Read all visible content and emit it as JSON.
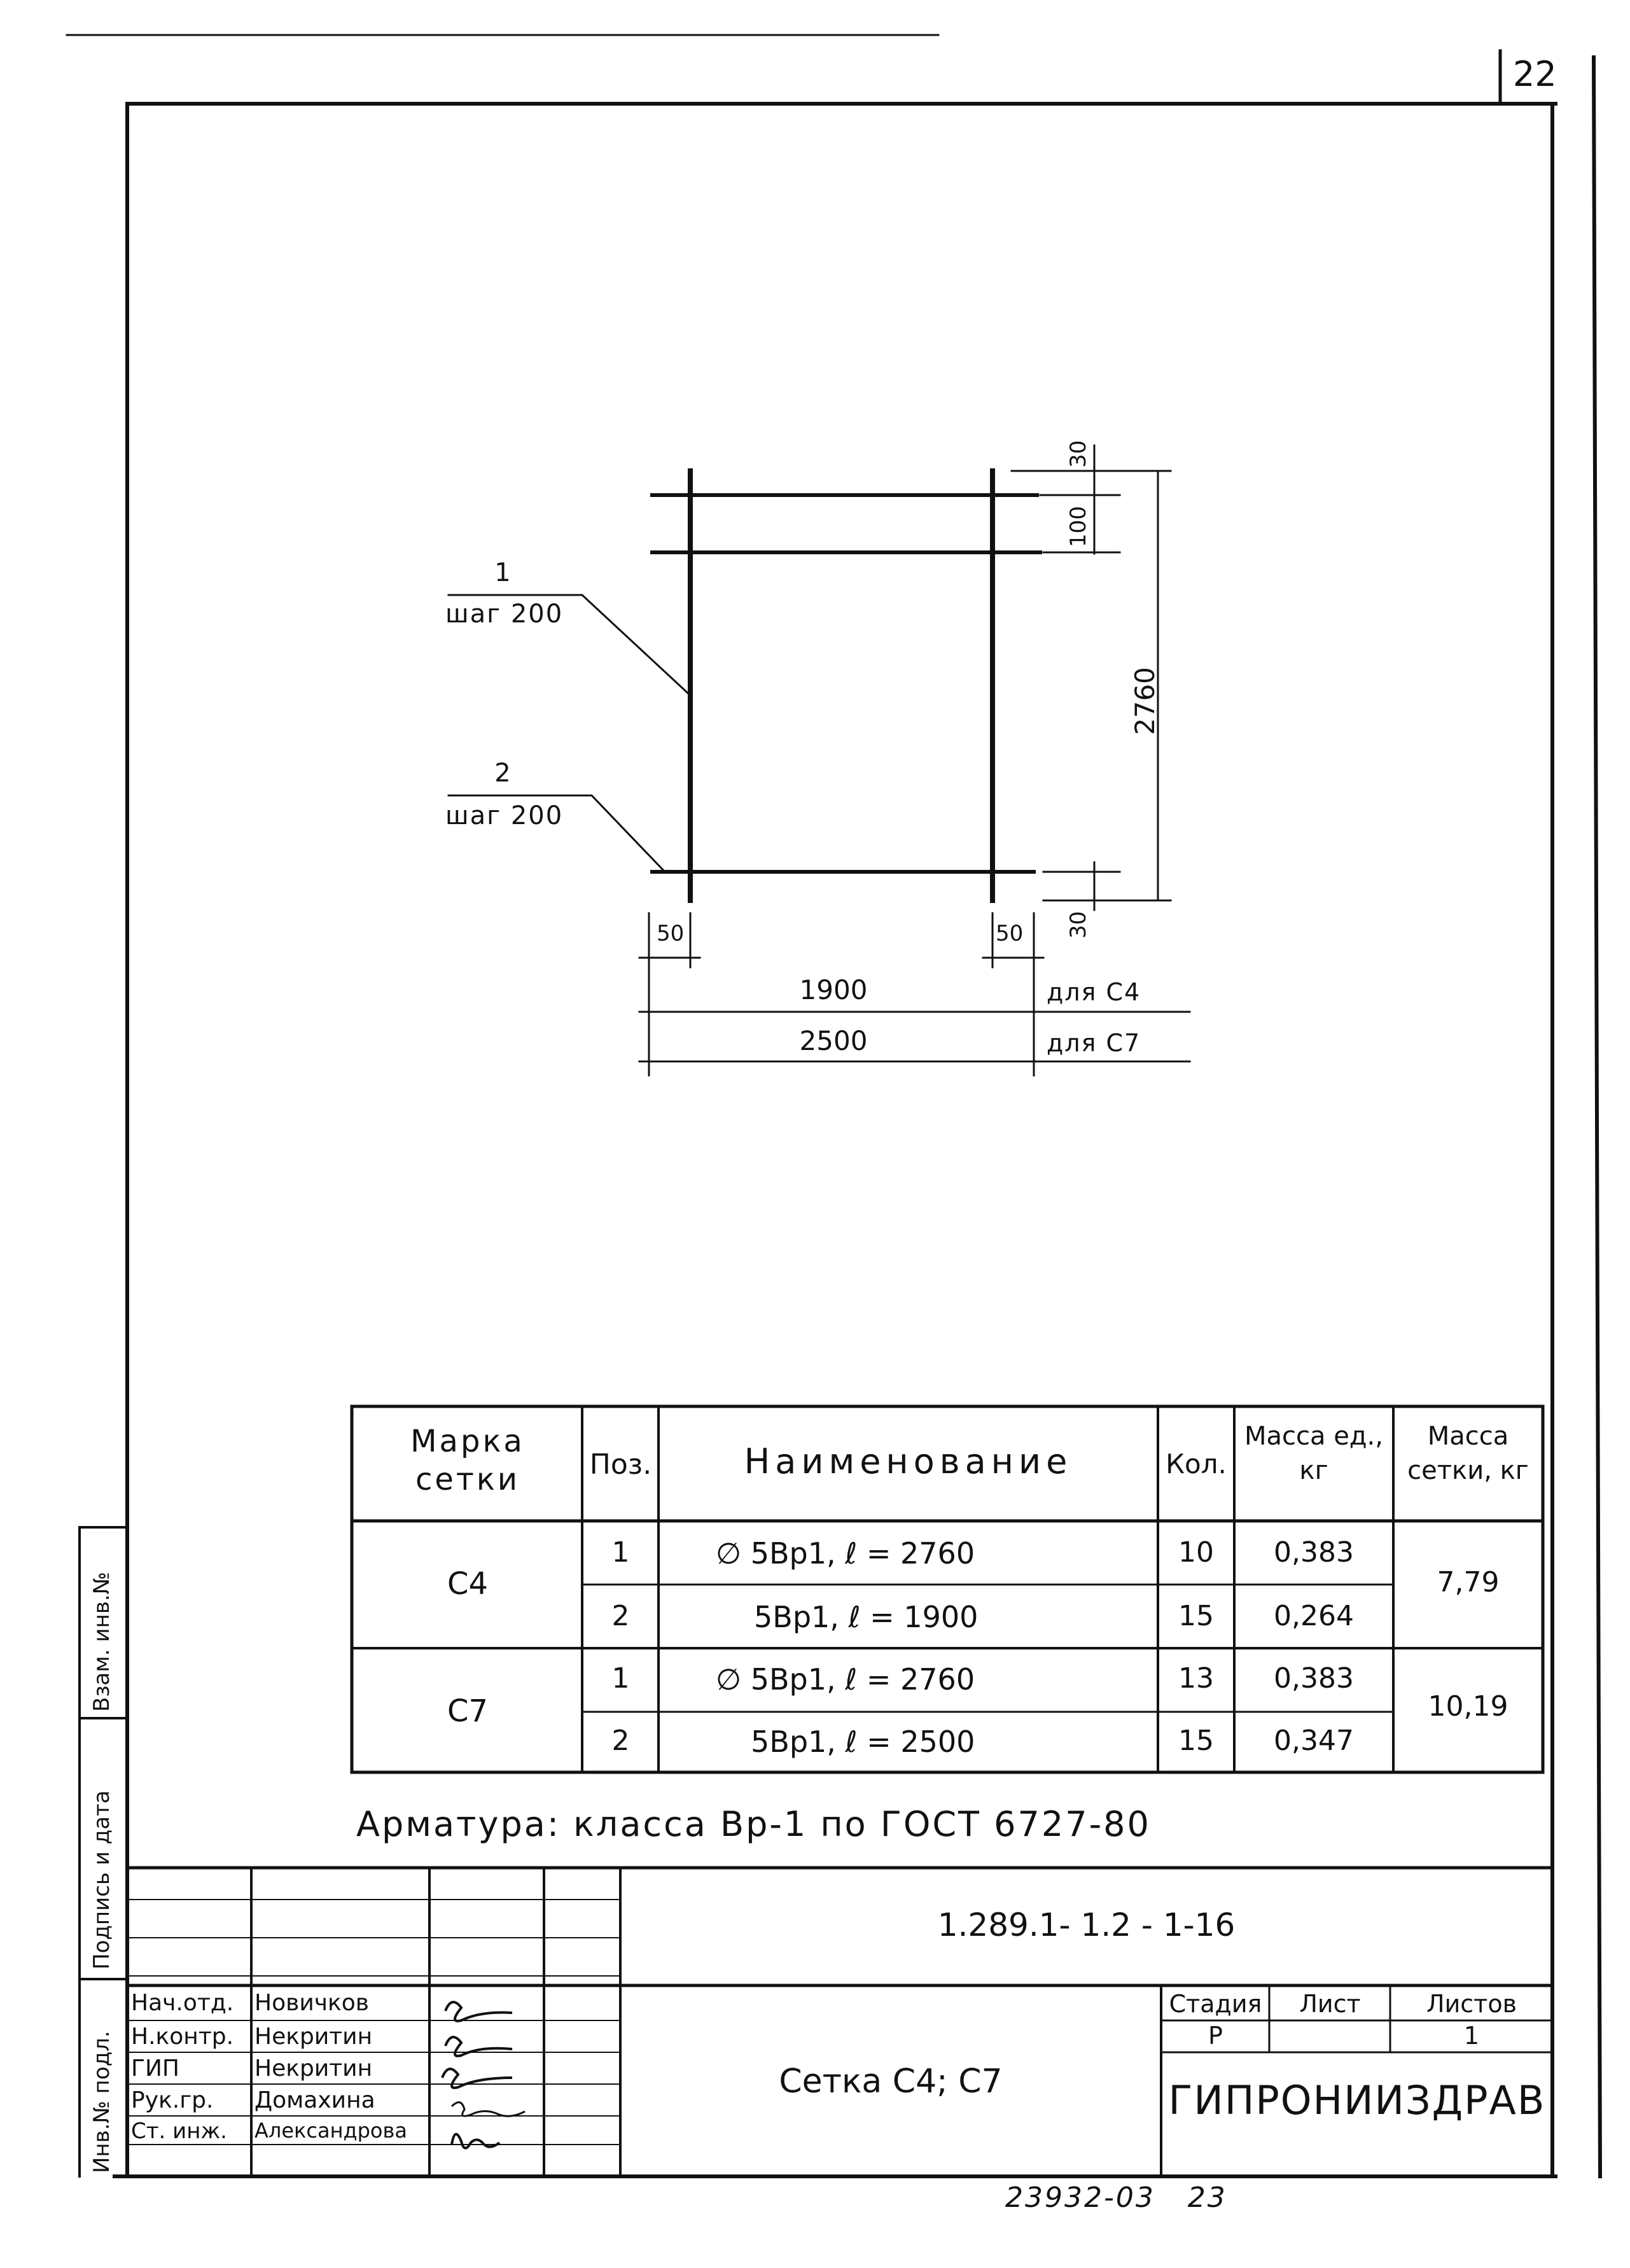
{
  "sheet_number": "22",
  "drawing": {
    "callout1": {
      "pos": "1",
      "step": "шаг 200"
    },
    "callout2": {
      "pos": "2",
      "step": "шаг 200"
    },
    "dims": {
      "top_offset": "30",
      "top_spacing": "100",
      "height": "2760",
      "bottom_offset": "30",
      "left_offset": "50",
      "right_offset": "50",
      "width_c4": "1900",
      "width_c7": "2500",
      "for_c4": "для С4",
      "for_c7": "для С7"
    }
  },
  "spec_table": {
    "headers": {
      "mark": "Марка сетки",
      "pos": "Поз.",
      "name": "Наименование",
      "qty": "Кол.",
      "mass_unit": "Масса ед., кг",
      "mass_net": "Масса сетки, кг"
    },
    "groups": [
      {
        "mark": "С4",
        "mass": "7,79",
        "rows": [
          {
            "pos": "1",
            "name": "∅ 5Вр1, ℓ = 2760",
            "qty": "10",
            "mass_unit": "0,383"
          },
          {
            "pos": "2",
            "name": "5Вр1, ℓ = 1900",
            "qty": "15",
            "mass_unit": "0,264"
          }
        ]
      },
      {
        "mark": "С7",
        "mass": "10,19",
        "rows": [
          {
            "pos": "1",
            "name": "∅ 5Вр1, ℓ = 2760",
            "qty": "13",
            "mass_unit": "0,383"
          },
          {
            "pos": "2",
            "name": "5Вр1, ℓ = 2500",
            "qty": "15",
            "mass_unit": "0,347"
          }
        ]
      }
    ]
  },
  "note": "Арматура: класса Вр-1 по ГОСТ 6727-80",
  "title_block": {
    "code": "1.289.1- 1.2 - 1-16",
    "roles": [
      {
        "role": "Нач.отд.",
        "name": "Новичков"
      },
      {
        "role": "Н.контр.",
        "name": "Некритин"
      },
      {
        "role": "ГИП",
        "name": "Некритин"
      },
      {
        "role": "Рук.гр.",
        "name": "Домахина"
      },
      {
        "role": "Ст. инж.",
        "name": "Александрова"
      }
    ],
    "title": "Сетка С4; С7",
    "stage_label": "Стадия",
    "sheet_label": "Лист",
    "sheets_label": "Листов",
    "stage": "Р",
    "sheet": "",
    "sheets": "1",
    "organization": "ГИПРОНИИЗДРАВ"
  },
  "side_stamp": {
    "inv_orig": "Инв.№ подл.",
    "sign_date": "Подпись и дата",
    "inv_repl": "Взам. инв.№"
  },
  "footer": "23932-03   23"
}
